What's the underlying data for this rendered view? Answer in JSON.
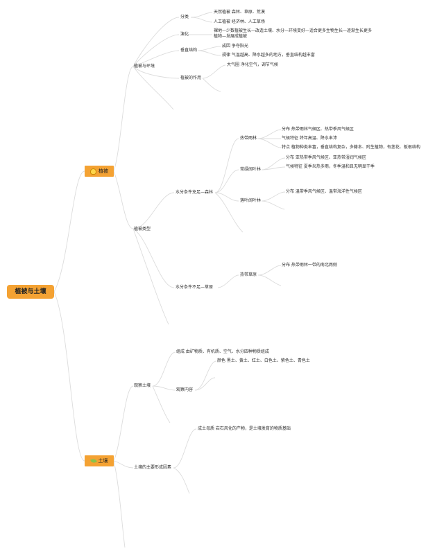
{
  "root": "植被与土壤",
  "branches": {
    "vegetation": {
      "label": "植被",
      "icon": "lightbulb-icon"
    },
    "soil": {
      "label": "土壤",
      "icon": "leaf-icon"
    }
  },
  "vegetation": {
    "env": {
      "label": "植被与环境",
      "classify": {
        "label": "分类",
        "natural": "天然植被 森林、草原、荒漠",
        "artificial": "人工植被 经济林、人工草场"
      },
      "evolution": {
        "label": "演化",
        "text": "裸地—少数植被生长—改造土壤、水分—环境变好—适合更多生物生长—逐渐生长更多植物—发展成植被"
      },
      "structure": {
        "label": "垂直结构",
        "cause": "成因 争夺阳光",
        "rule": "规律 气温越高、降水越多的地方，垂直结构越丰富"
      },
      "function": {
        "label": "植被的作用",
        "text": "大气圈 净化空气，调节气候"
      }
    },
    "types": {
      "label": "植被类型",
      "forest": {
        "label": "水分条件充足—森林",
        "rainforest": {
          "label": "热带雨林",
          "dist": "分布 热带雨林气候区、热带季风气候区",
          "climate": "气候特征 终年高温、降水丰沛",
          "feature": "特点 植物种类丰富，垂直结构复杂，多藤本、附生植物，有茎花、板根结构"
        },
        "evergreen": {
          "label": "常绿阔叶林",
          "dist": "分布 亚热带季风气候区、亚热带湿润气候区",
          "climate": "气候特征 夏季炎热多雨，冬季温和且无明显干季"
        },
        "deciduous": {
          "label": "落叶阔叶林",
          "dist": "分布 温带季风气候区、温带海洋性气候区"
        }
      },
      "grass": {
        "label": "水分条件不足—草原",
        "savanna": {
          "label": "热带草原",
          "dist": "分布 热带雨林一带的南北两侧"
        }
      }
    }
  },
  "soil": {
    "observe": {
      "label": "观察土壤",
      "compose": "组成 由矿物质、有机质、空气、水分四种物质组成",
      "content": {
        "label": "观察内容",
        "color": "颜色 黑土、黄土、红土、白色土、紫色土、青色土"
      }
    },
    "factors": {
      "label": "土壤的主要形成因素",
      "parent": "成土母质 岩石风化的产物，是土壤发育的物质基础"
    }
  },
  "colors": {
    "accent": "#f4a233",
    "link": "#dcdcdc"
  }
}
